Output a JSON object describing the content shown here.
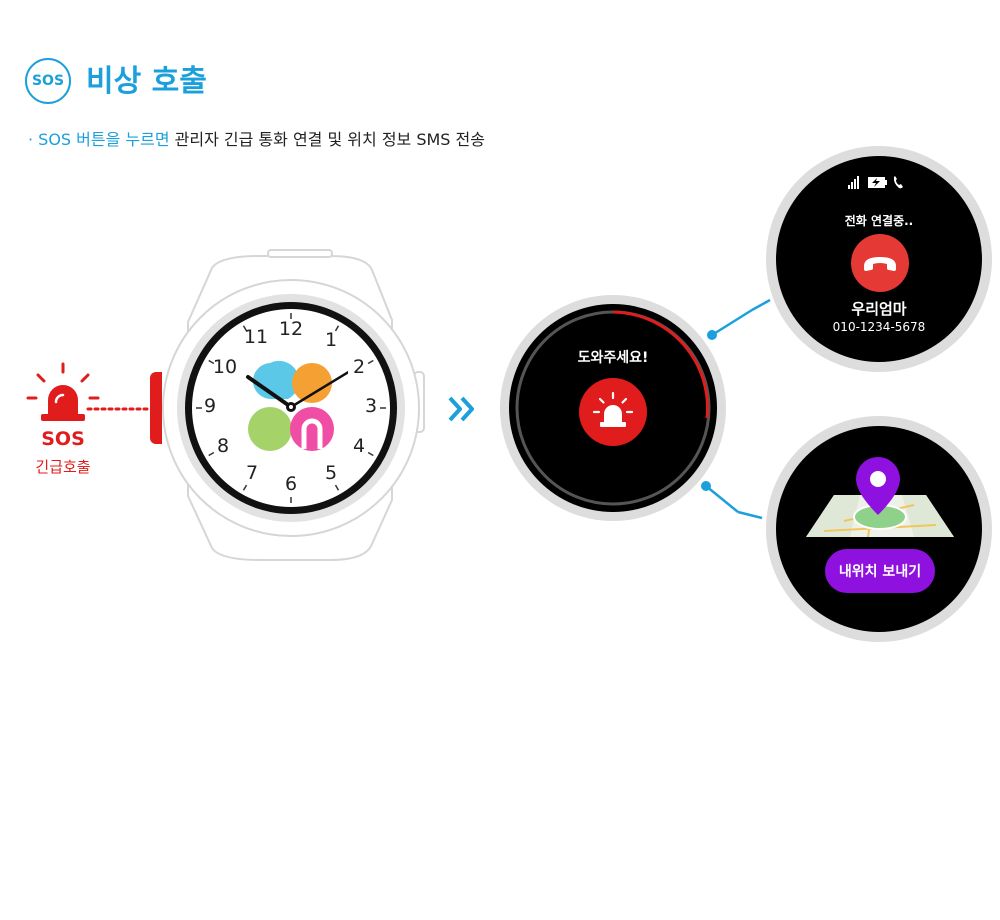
{
  "header": {
    "badge": "SOS",
    "title": "비상 호출"
  },
  "description": {
    "highlight": "· SOS 버튼을 누르면",
    "rest": " 관리자 긴급 통화 연결 및 위치 정보 SMS 전송"
  },
  "sos_button": {
    "label": "SOS",
    "sublabel": "긴급호출"
  },
  "watch_face": {
    "hour_numbers": [
      "12",
      "1",
      "2",
      "3",
      "4",
      "5",
      "6",
      "7",
      "8",
      "9",
      "10",
      "11"
    ]
  },
  "emergency_screen": {
    "text": "도와주세요!"
  },
  "call_screen": {
    "status": "전화 연결중..",
    "contact_name": "우리엄마",
    "contact_number": "010-1234-5678"
  },
  "location_screen": {
    "button_label": "내위치 보내기"
  },
  "icons": [
    "sos-icon",
    "siren-icon",
    "double-chevron-right-icon",
    "signal-icon",
    "battery-charging-icon",
    "phone-icon",
    "hang-up-icon",
    "location-pin-icon",
    "map-icon"
  ],
  "colors": {
    "accent_blue": "#1ba0dc",
    "sos_red": "#e01c1c",
    "hangup_red": "#e53935",
    "location_purple": "#8e11e0",
    "petal_orange": "#f5a033",
    "petal_blue": "#5cc8e8",
    "petal_green": "#a6d26a",
    "petal_pink": "#ef4ea4"
  }
}
